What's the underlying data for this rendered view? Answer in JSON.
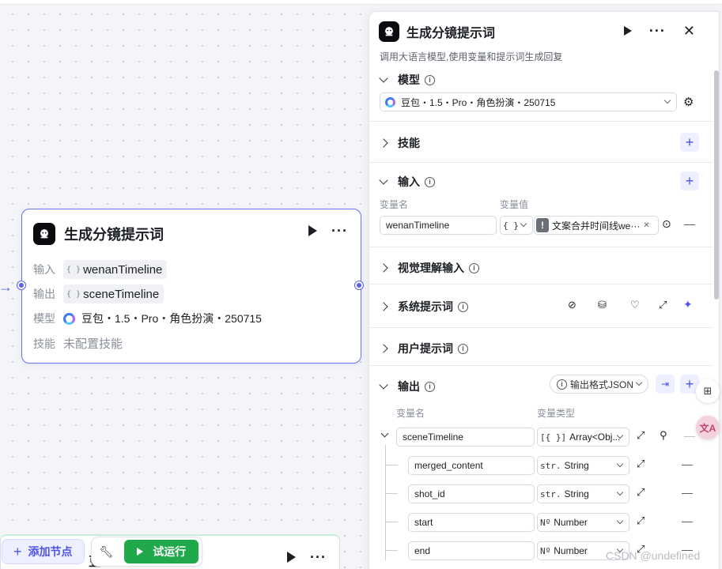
{
  "node": {
    "title": "生成分镜提示词",
    "input_label": "输入",
    "input_var": "wenanTimeline",
    "output_label": "输出",
    "output_var": "sceneTimeline",
    "model_label": "模型",
    "model_value": "豆包・1.5・Pro・角色扮演・250715",
    "skill_label": "技能",
    "skill_value": "未配置技能",
    "brace_icon": "{ }"
  },
  "toolbar": {
    "add_node": "添加节点",
    "run": "试运行",
    "partial_char": "豆"
  },
  "panel": {
    "title": "生成分镜提示词",
    "description": "调用大语言模型,使用变量和提示词生成回复",
    "model_section": "模型",
    "model_value": "豆包・1.5・Pro・角色扮演・250715",
    "skills_section": "技能",
    "input_section": "输入",
    "var_name_header": "变量名",
    "var_value_header": "变量值",
    "input_name": "wenanTimeline",
    "input_value": "文案合并时间线we···",
    "input_type_glyph": "{ }",
    "visual_section": "视觉理解输入",
    "system_prompt_section": "系统提示词",
    "user_prompt_section": "用户提示词",
    "output_section": "输出",
    "output_format": "输出格式JSON",
    "out_name_header": "变量名",
    "out_type_header": "变量类型",
    "outputs": [
      {
        "name": "sceneTimeline",
        "type_glyph": "[{ }]",
        "type": "Array<Obj..."
      },
      {
        "name": "merged_content",
        "type_glyph": "str.",
        "type": "String"
      },
      {
        "name": "shot_id",
        "type_glyph": "str.",
        "type": "String"
      },
      {
        "name": "start",
        "type_glyph": "Nº",
        "type": "Number"
      },
      {
        "name": "end",
        "type_glyph": "Nº",
        "type": "Number"
      }
    ]
  },
  "watermark": "CSDN @undefined",
  "colors": {
    "accent": "#4d53e8",
    "run_green": "#1fa94a",
    "node_border": "#6b6ff0"
  }
}
